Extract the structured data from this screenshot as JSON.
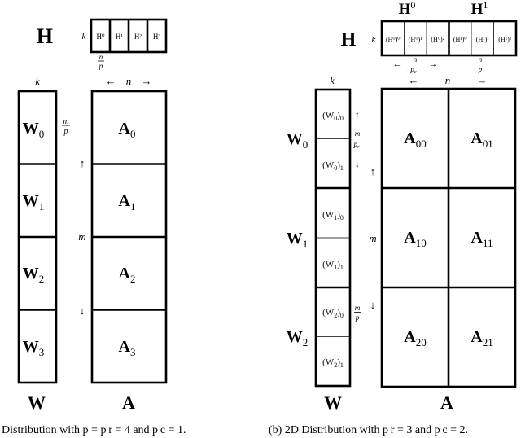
{
  "left": {
    "h_label": "H",
    "k_label": "k",
    "h_cells": [
      "H⁰",
      "H¹",
      "H²",
      "H³"
    ],
    "h_frac_num": "n",
    "h_frac_den": "p",
    "w_k_label": "k",
    "n_arrow_left": "←",
    "n_label": "n",
    "n_arrow_right": "→",
    "w_blocks": [
      {
        "base": "W",
        "sub": "0"
      },
      {
        "base": "W",
        "sub": "1"
      },
      {
        "base": "W",
        "sub": "2"
      },
      {
        "base": "W",
        "sub": "3"
      }
    ],
    "a_blocks": [
      {
        "base": "A",
        "sub": "0"
      },
      {
        "base": "A",
        "sub": "1"
      },
      {
        "base": "A",
        "sub": "2"
      },
      {
        "base": "A",
        "sub": "3"
      }
    ],
    "m_frac_num": "m",
    "m_frac_den": "p",
    "m_arrow_up": "↑",
    "m_label": "m",
    "m_arrow_down": "↓",
    "w_title": "W",
    "a_title": "A",
    "caption": "Distribution with p = p r = 4 and p c = 1."
  },
  "right": {
    "h_label": "H",
    "k_label": "k",
    "h_group_labels": [
      {
        "base": "H",
        "sup": "0"
      },
      {
        "base": "H",
        "sup": "1"
      }
    ],
    "h_cells": [
      "(H⁰)⁰",
      "(H⁰)¹",
      "(H⁰)²",
      "(H¹)⁰",
      "(H¹)¹",
      "(H¹)²"
    ],
    "pc_arrow_left": "←",
    "pc_frac_num": "n",
    "pc_frac_den": "p",
    "pc_frac_den_sub": "c",
    "pc_arrow_right": "→",
    "p_frac_num": "n",
    "p_frac_den": "p",
    "n_arrow_left": "←",
    "n_label": "n",
    "n_arrow_right": "→",
    "w_k_label": "k",
    "w_groups": [
      {
        "base": "W",
        "sub": "0",
        "cells": [
          {
            "base": "(W",
            "inner": "0",
            "close": ")",
            "sub": "0"
          },
          {
            "base": "(W",
            "inner": "0",
            "close": ")",
            "sub": "1"
          }
        ]
      },
      {
        "base": "W",
        "sub": "1",
        "cells": [
          {
            "base": "(W",
            "inner": "1",
            "close": ")",
            "sub": "0"
          },
          {
            "base": "(W",
            "inner": "1",
            "close": ")",
            "sub": "1"
          }
        ]
      },
      {
        "base": "W",
        "sub": "2",
        "cells": [
          {
            "base": "(W",
            "inner": "2",
            "close": ")",
            "sub": "0"
          },
          {
            "base": "(W",
            "inner": "2",
            "close": ")",
            "sub": "1"
          }
        ]
      }
    ],
    "a_blocks": [
      [
        {
          "base": "A",
          "sub": "00"
        },
        {
          "base": "A",
          "sub": "01"
        }
      ],
      [
        {
          "base": "A",
          "sub": "10"
        },
        {
          "base": "A",
          "sub": "11"
        }
      ],
      [
        {
          "base": "A",
          "sub": "20"
        },
        {
          "base": "A",
          "sub": "21"
        }
      ]
    ],
    "mr_arrow_up": "↑",
    "mr_frac_num": "m",
    "mr_frac_den": "p",
    "mr_frac_den_sub": "r",
    "mr_arrow_down": "↓",
    "m_arrow_up": "↑",
    "m_label": "m",
    "m_arrow_down": "↓",
    "mp_frac_num": "m",
    "mp_frac_den": "p",
    "w_title": "W",
    "a_title": "A",
    "caption": "(b) 2D Distribution with p r = 3 and p c = 2."
  }
}
